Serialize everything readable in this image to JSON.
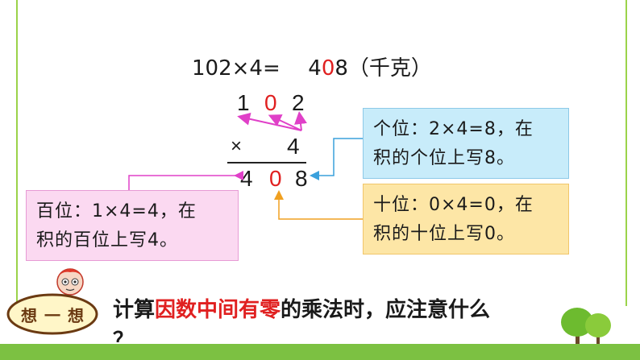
{
  "colors": {
    "accent_red": "#e02020",
    "arrow_magenta": "#e040c8",
    "arrow_blue": "#3aa0dc",
    "arrow_orange": "#f0a020",
    "grass": "#7cc142"
  },
  "equation": {
    "left": "102×4=",
    "answer_a": "4",
    "answer_zero": "0",
    "answer_b": "8",
    "unit": "（千克）"
  },
  "multiplicand": [
    "1",
    "0",
    "2"
  ],
  "multiplier": {
    "sign": "×",
    "value": "4"
  },
  "product": [
    "4",
    "0",
    "8"
  ],
  "note_ones": {
    "line1": "个位：2×4=8，在",
    "line2": "积的个位上写8。"
  },
  "note_hundreds": {
    "line1": "百位：1×4=4，在",
    "line2": "积的百位上写4。"
  },
  "note_tens": {
    "line1": "十位：0×4=0，在",
    "line2": "积的十位上写0。"
  },
  "think_badge": {
    "chars": [
      "想",
      "一",
      "想"
    ]
  },
  "question": {
    "part1": "计算",
    "highlight": "因数中间有零",
    "part2": "的乘法时，应注意什么",
    "line2": "？"
  },
  "icons": [
    "thinking-boy-icon",
    "tree-icon"
  ]
}
